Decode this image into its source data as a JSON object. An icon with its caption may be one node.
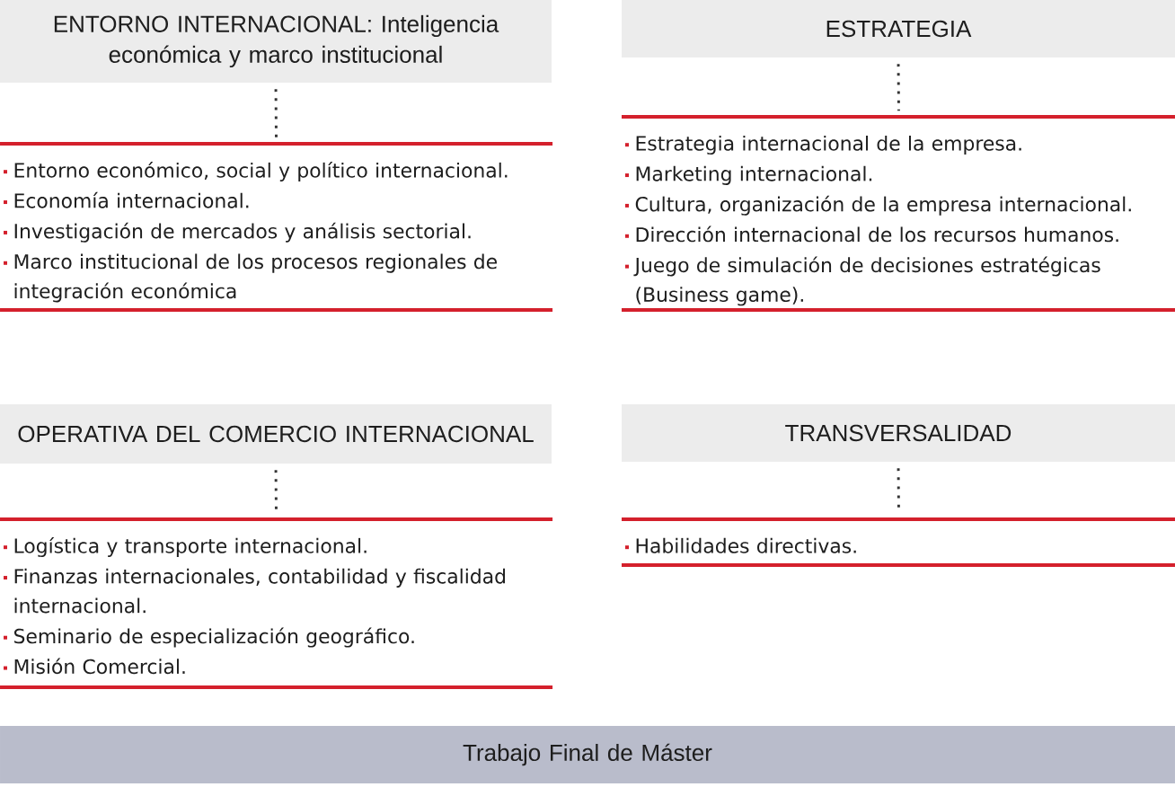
{
  "diagram": {
    "nodes": [
      {
        "text": [
          "ENTORNO INTERNACIONAL: Inteligencia económica y marco institucional"
        ]
      },
      {
        "text": [
          "Entorno económico, social y político internacional.",
          "Economía internacional.",
          "Investigación de mercados y análisis sectorial.",
          "Marco institucional de los procesos regionales de integración económica"
        ]
      },
      {
        "text": [
          "ESTRATEGIA"
        ]
      },
      {
        "text": [
          "Estrategia internacional de la empresa.",
          "Marketing internacional.",
          "Cultura, organización de la empresa internacional.",
          "Dirección internacional de los recursos humanos.",
          "Juego de simulación de decisiones estratégicas (Business game)."
        ]
      },
      {
        "text": [
          "OPERATIVA DEL COMERCIO INTERNACIONAL"
        ]
      },
      {
        "text": [
          "Logística y transporte internacional.",
          "Finanzas internacionales, contabilidad y fiscalidad internacional.",
          "Seminario de especialización geográfico.",
          "Misión Comercial."
        ]
      },
      {
        "text": [
          "TRANSVERSALIDAD"
        ]
      },
      {
        "text": [
          "Habilidades directivas."
        ]
      },
      {
        "text": [
          "Trabajo Final de Máster"
        ]
      }
    ],
    "edges": [
      {
        "from": 0,
        "to": 1,
        "arrow": "none",
        "style": "dashed"
      },
      {
        "from": 2,
        "to": 3,
        "arrow": "none",
        "style": "dashed"
      },
      {
        "from": 4,
        "to": 5,
        "arrow": "none",
        "style": "dashed"
      },
      {
        "from": 6,
        "to": 7,
        "arrow": "none",
        "style": "dashed"
      }
    ]
  }
}
